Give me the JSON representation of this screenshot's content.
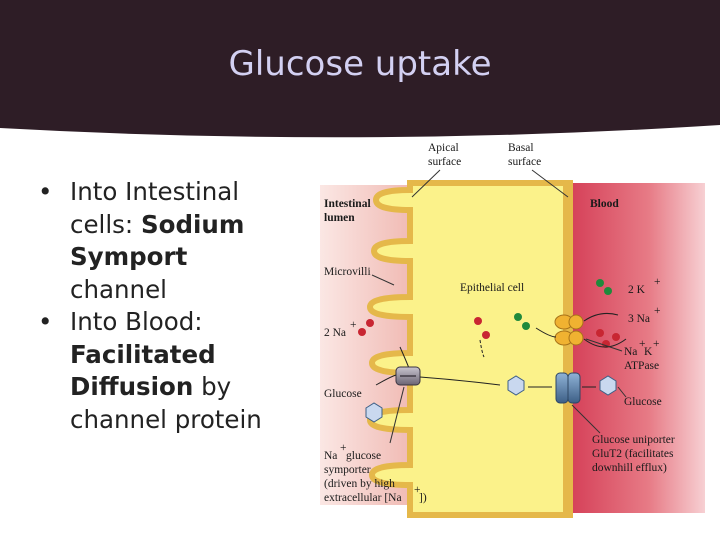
{
  "slide": {
    "title": "Glucose uptake",
    "bullets": [
      {
        "lines": [
          [
            {
              "text": "Into Intestinal"
            }
          ],
          [
            {
              "text": "cells: "
            },
            {
              "text": "Sodium",
              "bold": true
            }
          ],
          [
            {
              "text": "Symport",
              "bold": true
            }
          ],
          [
            {
              "text": "channel"
            }
          ]
        ]
      },
      {
        "lines": [
          [
            {
              "text": "Into Blood:"
            }
          ],
          [
            {
              "text": "Facilitated",
              "bold": true
            }
          ],
          [
            {
              "text": "Diffusion",
              "bold": true
            },
            {
              "text": " by"
            }
          ],
          [
            {
              "text": "channel protein"
            }
          ]
        ]
      }
    ],
    "colors": {
      "header": "#2e1d26",
      "title": "#d3d0f2",
      "text": "#222222"
    }
  },
  "figure": {
    "labels": {
      "apical_1": "Apical",
      "apical_2": "surface",
      "basal_1": "Basal",
      "basal_2": "surface",
      "lumen_1": "Intestinal",
      "lumen_2": "lumen",
      "blood": "Blood",
      "microvilli": "Microvilli",
      "epithelial": "Epithelial cell",
      "na_in": "2 Na",
      "k_out": "2 K",
      "na_out": "3 Na",
      "atpase_1": "Na",
      "atpase_2": "ATPase",
      "glucose_lumen": "Glucose",
      "glucose_blood": "Glucose",
      "symporter_1": "Na",
      "symporter_1b": " glucose",
      "symporter_2": "symporter",
      "symporter_3": "(driven by high",
      "symporter_4": "extracellular [Na",
      "uniporter_1": "Glucose uniporter",
      "uniporter_2": "GluT2 (facilitates",
      "uniporter_3": "downhill efflux)"
    },
    "colors": {
      "lumen": "#f3c9c4",
      "blood": "#e2566a",
      "cell": "#fbf28a",
      "membrane": "#e5b84a",
      "sodium": "#c82632",
      "potassium": "#1f8a3c",
      "glucose": "#c9d8ef",
      "transporter": "#4f6f92"
    }
  }
}
